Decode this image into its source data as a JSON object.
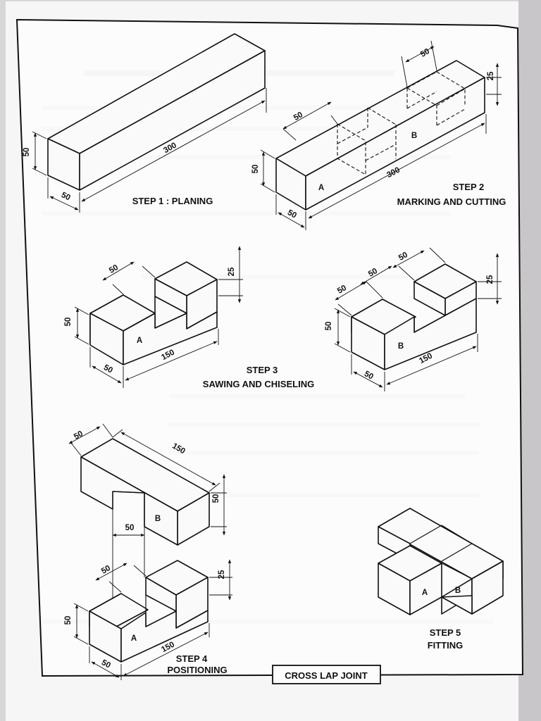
{
  "steps": {
    "step1": "STEP 1 :  PLANING",
    "step2_line1": "STEP 2",
    "step2_line2": "MARKING  AND  CUTTING",
    "step3_line1": "STEP 3",
    "step3_line2": "SAWING AND CHISELING",
    "step4_line1": "STEP  4",
    "step4_line2": "POSITIONING",
    "step5_line1": "STEP  5",
    "step5_line2": "FITTING"
  },
  "title": "CROSS  LAP  JOINT",
  "dimensions": {
    "d50": "50",
    "d25": "25",
    "d300": "300",
    "d150": "150"
  },
  "part_labels": {
    "a": "A",
    "b": "B"
  },
  "colors": {
    "paper": "#fbfafb",
    "ink": "#111111",
    "background": "#d9d6d8"
  }
}
